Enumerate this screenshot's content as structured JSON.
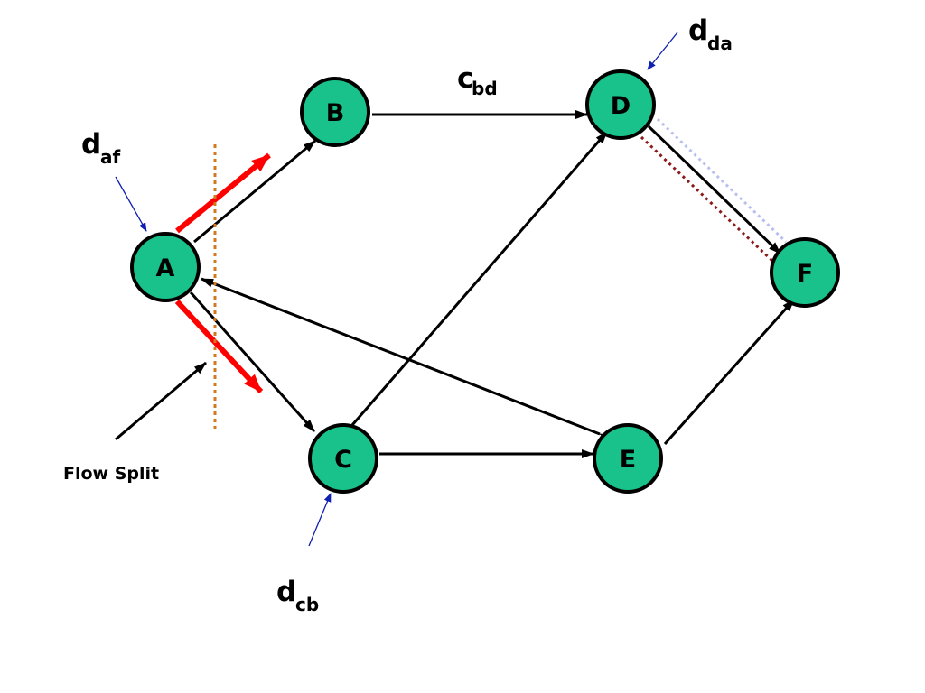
{
  "colors": {
    "node_fill": "#19c28a",
    "node_stroke": "#000000",
    "edge": "#000000",
    "flow": "#ff0000",
    "pointer": "#1020b0",
    "cut_line": "#d07a20",
    "path_dark_red": "#8b1a1a",
    "path_light_blue": "#b8c0f0"
  },
  "nodes": {
    "A": {
      "label": "A"
    },
    "B": {
      "label": "B"
    },
    "C": {
      "label": "C"
    },
    "D": {
      "label": "D"
    },
    "E": {
      "label": "E"
    },
    "F": {
      "label": "F"
    }
  },
  "labels": {
    "d_af": {
      "main": "d",
      "sub": "af"
    },
    "d_da": {
      "main": "d",
      "sub": "da"
    },
    "d_cb": {
      "main": "d",
      "sub": "cb"
    },
    "c_bd": {
      "main": "c",
      "sub": "bd"
    },
    "flow_split": "Flow Split"
  }
}
